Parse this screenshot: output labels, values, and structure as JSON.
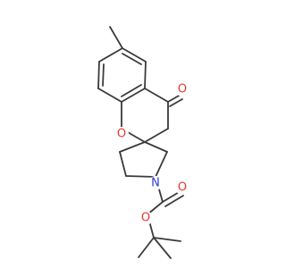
{
  "molecule": {
    "atoms": {
      "o_ketone": {
        "label": "O",
        "color": "#e8372f"
      },
      "o_ring": {
        "label": "O",
        "color": "#e8372f"
      },
      "n_pyrrolidine": {
        "label": "N",
        "color": "#2b3bd6"
      },
      "o_carbonyl": {
        "label": "O",
        "color": "#e8372f"
      },
      "o_ester": {
        "label": "O",
        "color": "#e8372f"
      }
    },
    "bond_color": "#3a3a3a"
  }
}
